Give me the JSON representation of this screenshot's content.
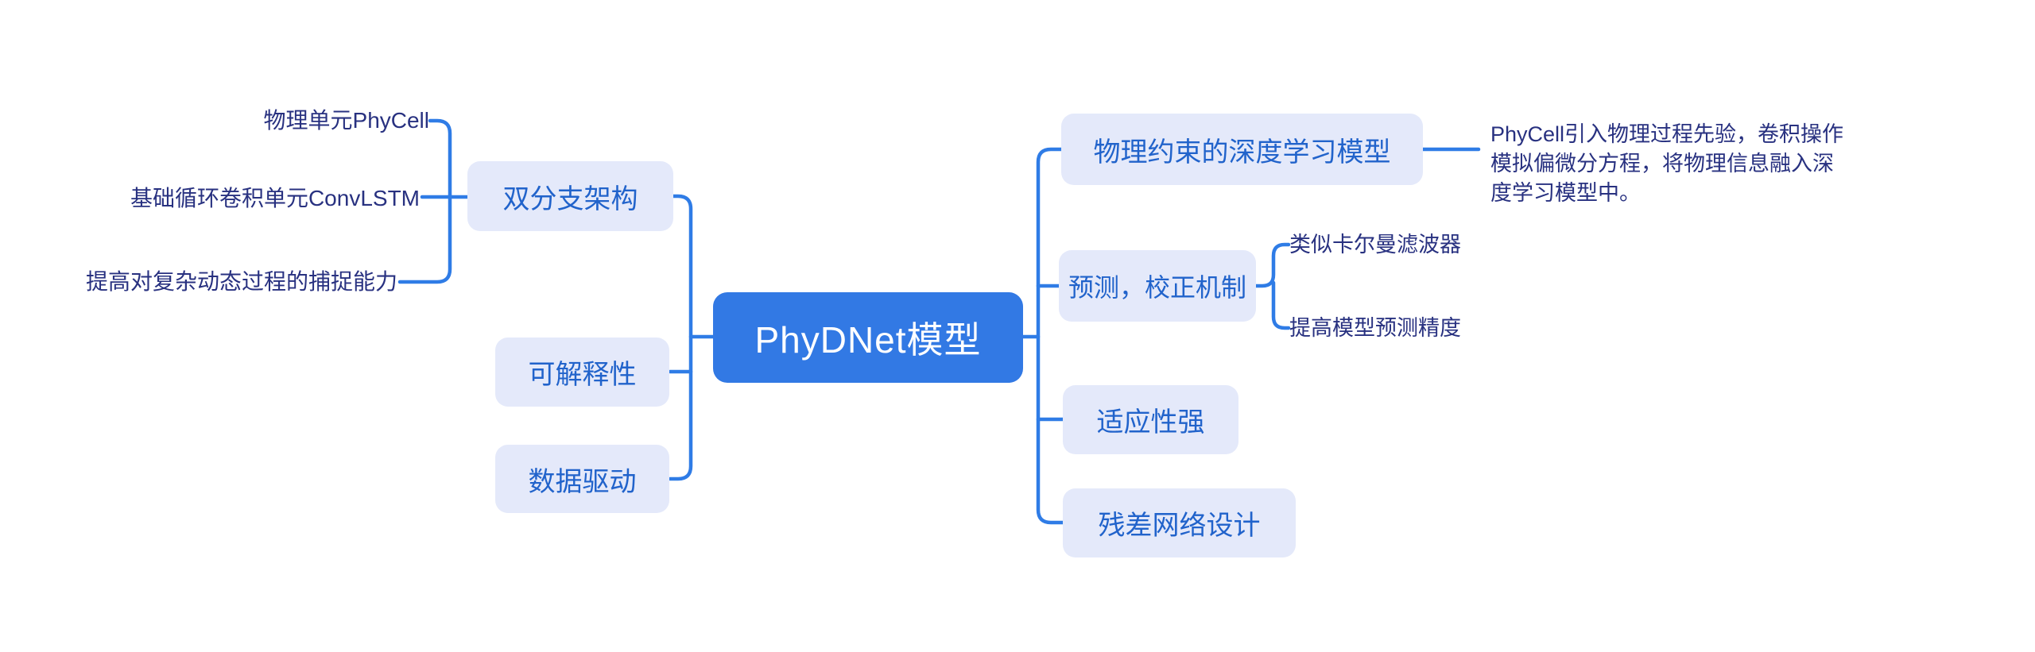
{
  "colors": {
    "accent_line": "#2f7ce6",
    "central_bg": "#3279e4",
    "central_text": "#ffffff",
    "node_bg": "#e4e9fa",
    "node_text": "#2163cb",
    "leaf_text": "#283180"
  },
  "root": {
    "label": "PhyDNet模型"
  },
  "left_branches": [
    {
      "label": "双分支架构",
      "children": [
        "物理单元PhyCell",
        "基础循环卷积单元ConvLSTM",
        "提高对复杂动态过程的捕捉能力"
      ]
    },
    {
      "label": "可解释性"
    },
    {
      "label": "数据驱动"
    }
  ],
  "right_branches": [
    {
      "label": "物理约束的深度学习模型",
      "note": "PhyCell引入物理过程先验，卷积操作模拟偏微分方程，将物理信息融入深度学习模型中。"
    },
    {
      "label": "预测，校正机制",
      "children": [
        "类似卡尔曼滤波器",
        "提高模型预测精度"
      ]
    },
    {
      "label": "适应性强"
    },
    {
      "label": "残差网络设计"
    }
  ]
}
